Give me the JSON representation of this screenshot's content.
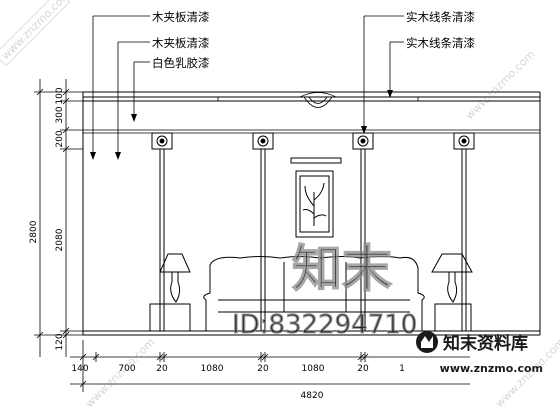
{
  "labels_left": [
    "木夹板清漆",
    "木夹板清漆",
    "白色乳胶漆"
  ],
  "labels_right": [
    "实木线条清漆",
    "实木线条清漆"
  ],
  "dims_left": {
    "total_height": "2800",
    "segments": [
      "100",
      "300",
      "200",
      "2080",
      "120"
    ]
  },
  "dims_bottom": {
    "segments": [
      "140",
      "700",
      "20",
      "1080",
      "20",
      "1080",
      "20",
      "1"
    ],
    "total_width": "4820"
  },
  "watermarks": {
    "logo_text": "知末",
    "id_text": "ID:832294710",
    "brand_cn": "知末资料库",
    "brand_url": "www.znzmo.com"
  }
}
